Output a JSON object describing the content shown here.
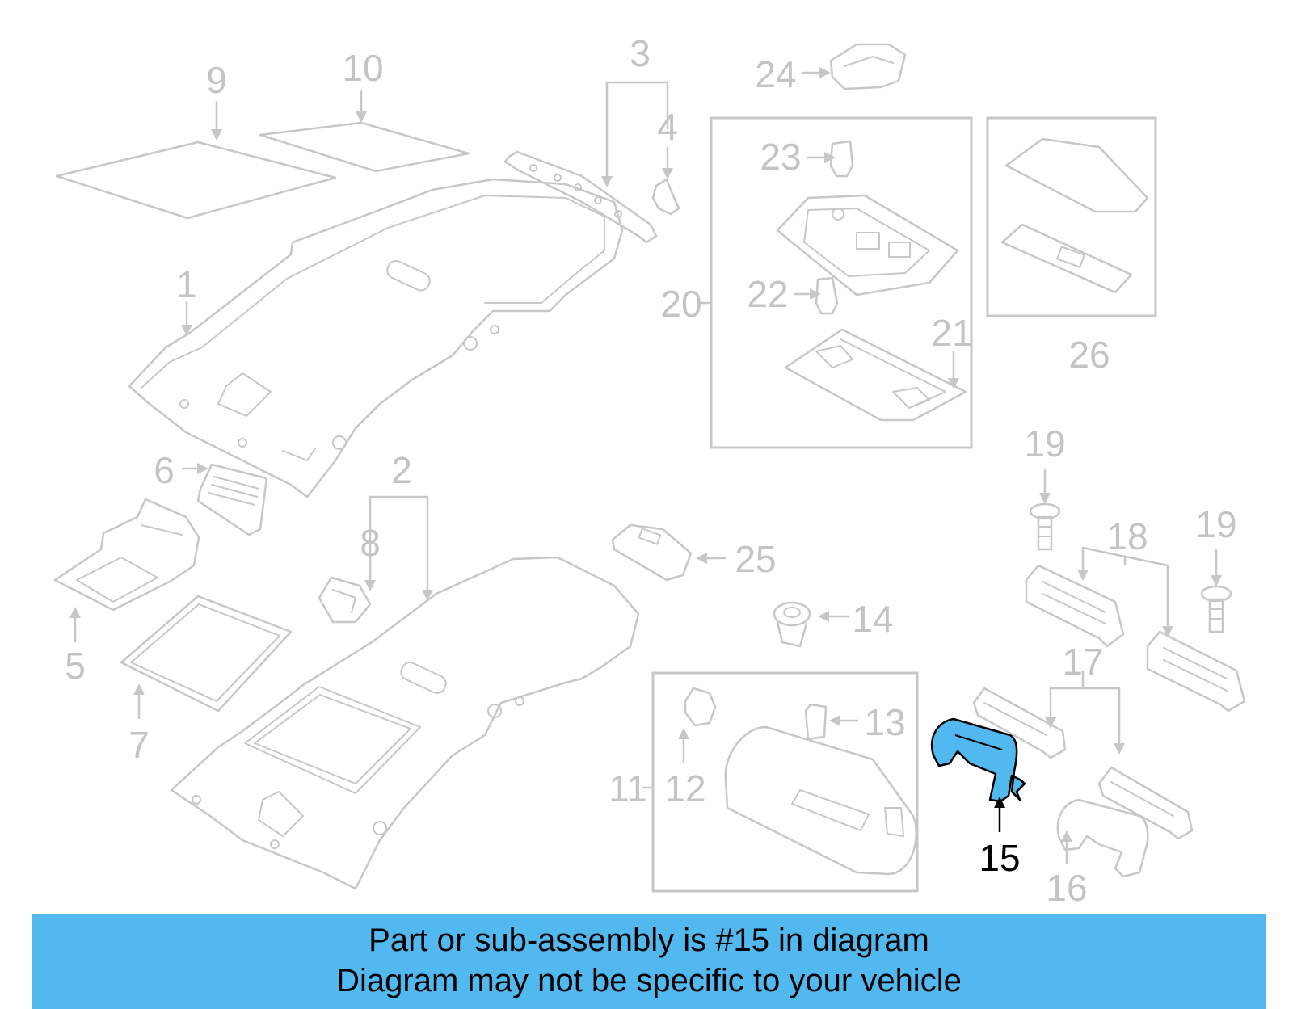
{
  "diagram": {
    "highlight_color": "#52b9f0",
    "callouts": {
      "c1": "1",
      "c2": "2",
      "c3": "3",
      "c4": "4",
      "c5": "5",
      "c6": "6",
      "c7": "7",
      "c8": "8",
      "c9": "9",
      "c10": "10",
      "c11": "11",
      "c12": "12",
      "c13": "13",
      "c14": "14",
      "c15": "15",
      "c16": "16",
      "c17": "17",
      "c18": "18",
      "c19a": "19",
      "c19b": "19",
      "c20": "20",
      "c21": "21",
      "c22": "22",
      "c23": "23",
      "c24": "24",
      "c25": "25",
      "c26": "26"
    },
    "highlighted_part": "15"
  },
  "banner": {
    "line1": "Part or sub-assembly is #15 in diagram",
    "line2": "Diagram may not be specific to your vehicle",
    "color": "#52b9f0"
  }
}
